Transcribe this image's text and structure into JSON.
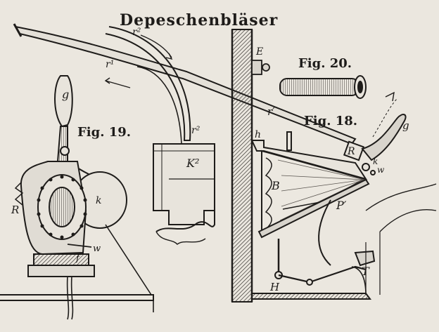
{
  "title": "Depeschenbläser",
  "figures": {
    "fig18": "Fig. 18.",
    "fig19": "Fig. 19.",
    "fig20": "Fig. 20."
  },
  "labels": {
    "r2_top": "r²",
    "r1_left": "r¹",
    "r2_tube": "r²",
    "k2": "K²",
    "e": "E",
    "r_prime": "r′",
    "h_small": "h",
    "g_fig18": "g",
    "r_fig18": "R",
    "k_fig18": "k",
    "w_fig18": "w",
    "b": "B",
    "p_prime": "P′",
    "t": "T",
    "h_big": "H",
    "g_fig19": "g",
    "r_fig19": "R",
    "k_fig19": "k",
    "w_fig19": "w",
    "f_fig19": "f"
  },
  "colors": {
    "paper": "#ebe7df",
    "ink": "#1e1c1a",
    "hatch": "#5a5550"
  }
}
